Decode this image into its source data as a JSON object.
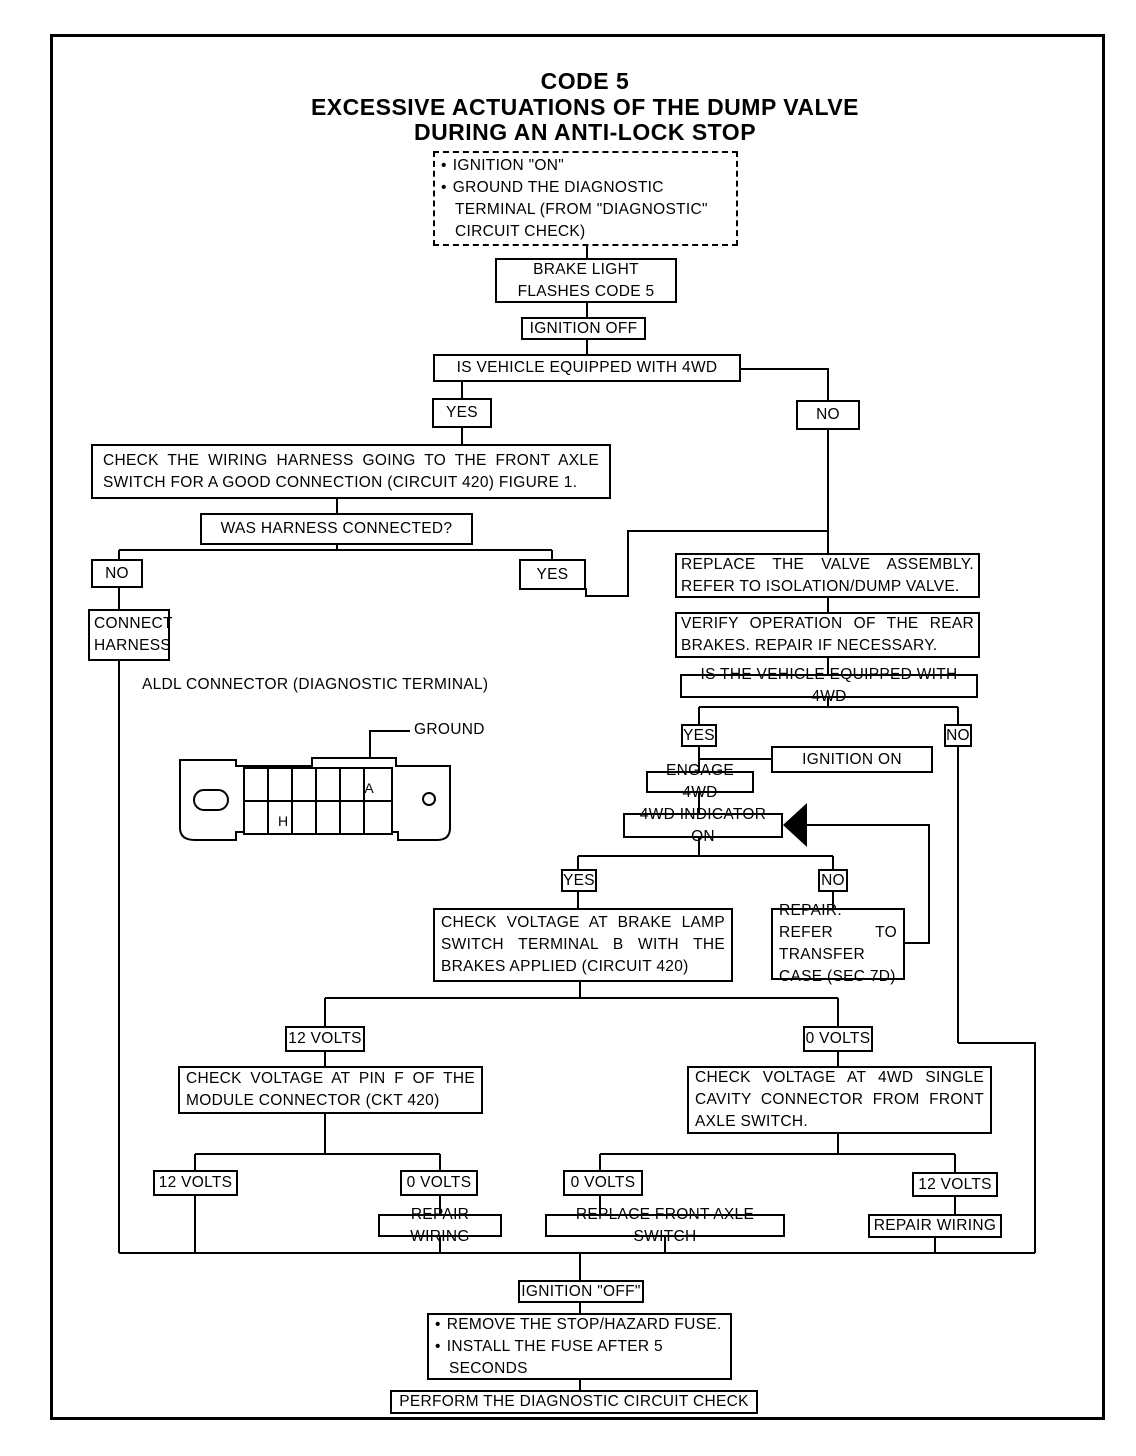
{
  "title": {
    "line1": "CODE 5",
    "line2": "EXCESSIVE ACTUATIONS OF THE DUMP VALVE",
    "line3": "DURING AN ANTI-LOCK STOP"
  },
  "nodes": {
    "start_items": [
      "IGNITION \"ON\"",
      "GROUND THE DIAGNOSTIC TERMINAL (FROM \"DIAGNOSTIC\" CIRCUIT CHECK)"
    ],
    "brake_light_flashes": "BRAKE LIGHT FLASHES CODE 5",
    "ignition_off_1": "IGNITION OFF",
    "is_4wd_1": "IS VEHICLE EQUIPPED WITH 4WD",
    "yes_1": "YES",
    "no_1": "NO",
    "check_harness": "CHECK THE WIRING HARNESS GOING TO THE FRONT AXLE SWITCH FOR A GOOD CONNECTION (CIRCUIT 420)  FIGURE 1.",
    "harness_connected": "WAS HARNESS CONNECTED?",
    "no_2": "NO",
    "yes_2": "YES",
    "connect_harness": "CONNECT HARNESS",
    "replace_valve": "REPLACE THE VALVE ASSEMBLY. REFER TO ISOLATION/DUMP VALVE.",
    "verify_rear": "VERIFY OPERATION OF THE REAR BRAKES. REPAIR IF NECESSARY.",
    "is_4wd_2": "IS THE VEHICLE EQUIPPED WITH 4WD",
    "yes_3": "YES",
    "no_3": "NO",
    "ignition_on": "IGNITION ON",
    "engage_4wd": "ENGAGE 4WD",
    "indicator_on": "4WD INDICATOR ON",
    "yes_4": "YES",
    "no_4": "NO",
    "check_brake_lamp": "CHECK VOLTAGE AT BRAKE LAMP SWITCH TERMINAL B WITH THE BRAKES APPLIED (CIRCUIT 420)",
    "repair_transfer": "REPAIR. REFER TO TRANSFER CASE (SEC 7D)",
    "twelve_volts_1": "12 VOLTS",
    "zero_volts_1": "0 VOLTS",
    "check_pin_f": "CHECK VOLTAGE AT PIN F OF THE MODULE CONNECTOR (CKT 420)",
    "check_single_cavity": "CHECK VOLTAGE AT 4WD SINGLE CAVITY CONNECTOR FROM FRONT AXLE SWITCH.",
    "twelve_volts_2": "12 VOLTS",
    "zero_volts_2": "0 VOLTS",
    "zero_volts_3": "0 VOLTS",
    "twelve_volts_3": "12 VOLTS",
    "repair_wiring_1": "REPAIR WIRING",
    "replace_front_axle": "REPLACE FRONT AXLE SWITCH",
    "repair_wiring_2": "REPAIR WIRING",
    "ignition_off_2": "IGNITION \"OFF\"",
    "fuse_items": [
      "REMOVE THE STOP/HAZARD FUSE.",
      "INSTALL THE FUSE AFTER 5 SECONDS"
    ],
    "perform_check": "PERFORM THE DIAGNOSTIC CIRCUIT CHECK"
  },
  "figure": {
    "caption": "ALDL CONNECTOR (DIAGNOSTIC TERMINAL)",
    "ground_label": "GROUND",
    "pin_a": "A",
    "pin_h": "H"
  }
}
